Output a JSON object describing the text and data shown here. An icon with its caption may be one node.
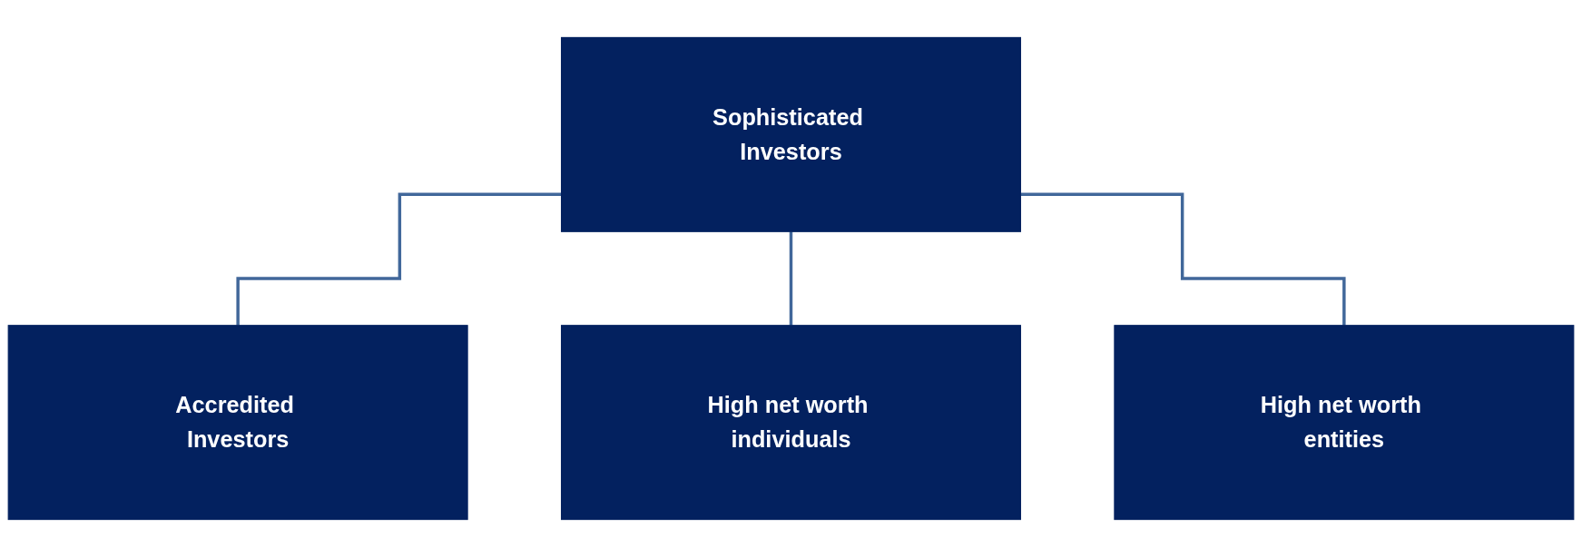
{
  "diagram": {
    "nodes": [
      {
        "text": [
          "Sophisticated Investors"
        ]
      },
      {
        "text": [
          "Accredited Investors"
        ]
      },
      {
        "text": [
          "High net worth individuals"
        ]
      },
      {
        "text": [
          "High net worth entities"
        ]
      }
    ],
    "edges": [
      {
        "from": 0,
        "to": 1,
        "arrow": "none"
      },
      {
        "from": 0,
        "to": 2,
        "arrow": "none"
      },
      {
        "from": 0,
        "to": 3,
        "arrow": "none"
      }
    ]
  }
}
